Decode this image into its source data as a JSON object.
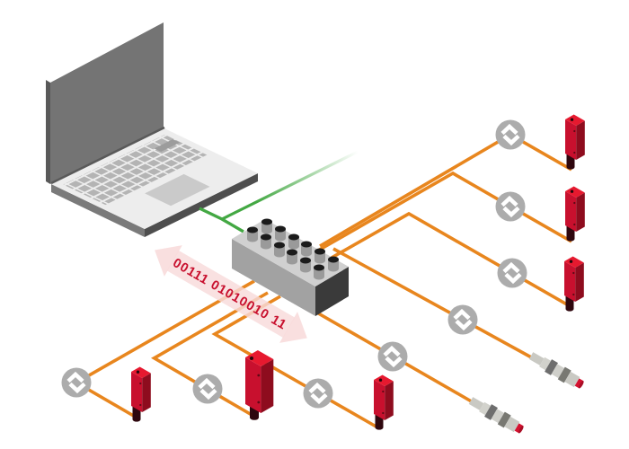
{
  "arrow": {
    "binary_text": "00111 01010010 11"
  },
  "colors": {
    "cable_orange": "#E8861E",
    "cable_green": "#43A843",
    "hub_top": "#D0D0D0",
    "hub_left": "#A2A2A2",
    "hub_front": "#3A3A3A",
    "port_body": "#9A9A9A",
    "port_cap": "#1B1B1B",
    "icon_bg": "#ACACAC",
    "icon_glyph": "#FFFFFF",
    "sensor_top": "#E6192F",
    "sensor_front": "#C8102E",
    "sensor_side": "#8E0C1E",
    "sensor_base": "#2E070E",
    "cyl_body": "#C9C9C3",
    "cyl_nut": "#6E6E6E",
    "cyl_tip": "#D51230",
    "arrow_band": "#F8DBDB",
    "binary_text": "#C8102E",
    "laptop_screen": "#747474",
    "laptop_body": "#EDEDED",
    "laptop_key": "#B4B4B4",
    "laptop_edge": "#4E4E4E"
  },
  "components": {
    "laptop": {
      "type": "laptop-computer"
    },
    "hub": {
      "type": "io-link-master-module",
      "ports": 12
    },
    "data_exchange_icons": {
      "type": "data-exchange-icon",
      "count": 8
    },
    "cables": {
      "green_usb_cables": 1,
      "orange_sensor_cables": 8
    },
    "sensors": [
      {
        "type": "photoelectric-sensor",
        "position": "right-top"
      },
      {
        "type": "photoelectric-sensor",
        "position": "right-middle"
      },
      {
        "type": "photoelectric-sensor",
        "position": "right-bottom"
      },
      {
        "type": "photoelectric-sensor",
        "position": "bottom-left-small"
      },
      {
        "type": "photoelectric-sensor",
        "position": "bottom-large"
      },
      {
        "type": "photoelectric-sensor",
        "position": "bottom-middle-small"
      },
      {
        "type": "inductive-cylindrical-sensor",
        "position": "bottom-right-1"
      },
      {
        "type": "inductive-cylindrical-sensor",
        "position": "bottom-right-2"
      }
    ]
  }
}
